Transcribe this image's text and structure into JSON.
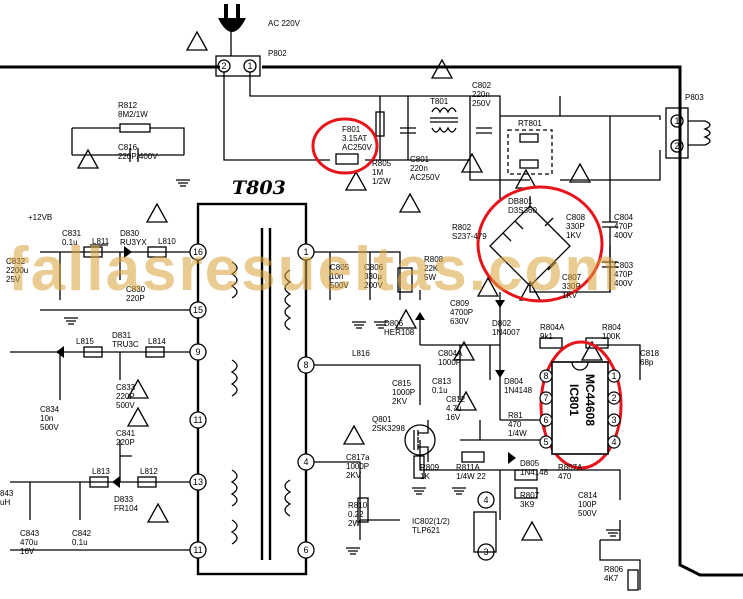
{
  "transformer": {
    "name": "T803",
    "left_pins": [
      "16",
      "15",
      "9",
      "11",
      "13",
      "11"
    ],
    "right_pins": [
      "1",
      "8",
      "4",
      "6"
    ]
  },
  "mains": {
    "ac_label": "AC 220V",
    "plug_label": "P802",
    "plug_pins": [
      "2",
      "1"
    ],
    "degauss_label": "P803",
    "degauss_pins": [
      "1",
      "2"
    ]
  },
  "components": [
    {
      "id": "r812",
      "lines": [
        "R812",
        "8M2/1W"
      ]
    },
    {
      "id": "c816",
      "lines": [
        "C816",
        "220P/400V"
      ]
    },
    {
      "id": "f801",
      "lines": [
        "F801",
        "3.15AT",
        "AC250V"
      ]
    },
    {
      "id": "r805",
      "lines": [
        "R805",
        "1M",
        "1/2W"
      ]
    },
    {
      "id": "c801",
      "lines": [
        "C801",
        "220n",
        "AC250V"
      ]
    },
    {
      "id": "t801",
      "lines": [
        "T801"
      ]
    },
    {
      "id": "c802",
      "lines": [
        "C802",
        "220n",
        "250V"
      ]
    },
    {
      "id": "rt801",
      "lines": [
        "RT801"
      ]
    },
    {
      "id": "db801",
      "lines": [
        "DB801",
        "D3S360"
      ]
    },
    {
      "id": "r802",
      "lines": [
        "R802",
        "S237-479"
      ]
    },
    {
      "id": "c808",
      "lines": [
        "C808",
        "330P",
        "1KV"
      ]
    },
    {
      "id": "c807",
      "lines": [
        "C807",
        "330P",
        "1KV"
      ]
    },
    {
      "id": "c804",
      "lines": [
        "C804",
        "470P",
        "400V"
      ]
    },
    {
      "id": "c803",
      "lines": [
        "C803",
        "470P",
        "400V"
      ]
    },
    {
      "id": "c805",
      "lines": [
        "C805",
        "10n",
        "500V"
      ]
    },
    {
      "id": "c806",
      "lines": [
        "C806",
        "330μ",
        "200V"
      ]
    },
    {
      "id": "r808",
      "lines": [
        "R808",
        "22K",
        "5W"
      ]
    },
    {
      "id": "c809",
      "lines": [
        "C809",
        "4700P",
        "630V"
      ]
    },
    {
      "id": "d806",
      "lines": [
        "D806",
        "HER108"
      ]
    },
    {
      "id": "d802",
      "lines": [
        "D802",
        "1N4007"
      ]
    },
    {
      "id": "r804a",
      "lines": [
        "R804A",
        "9k1"
      ]
    },
    {
      "id": "r804",
      "lines": [
        "R804",
        "100K"
      ]
    },
    {
      "id": "c818",
      "lines": [
        "C818",
        "68p"
      ]
    },
    {
      "id": "v12",
      "lines": [
        "+12VB"
      ]
    },
    {
      "id": "c831",
      "lines": [
        "C831",
        "0.1u"
      ]
    },
    {
      "id": "l811",
      "lines": [
        "L811"
      ]
    },
    {
      "id": "d830",
      "lines": [
        "D830",
        "RU3YX"
      ]
    },
    {
      "id": "l810",
      "lines": [
        "L810"
      ]
    },
    {
      "id": "c830",
      "lines": [
        "C830",
        "220P"
      ]
    },
    {
      "id": "c832",
      "lines": [
        "C832",
        "2200u",
        "25V"
      ]
    },
    {
      "id": "l815",
      "lines": [
        "L815"
      ]
    },
    {
      "id": "d831",
      "lines": [
        "D831",
        "TRU3C"
      ]
    },
    {
      "id": "l814",
      "lines": [
        "L814"
      ]
    },
    {
      "id": "c833",
      "lines": [
        "C833",
        "220P",
        "500V"
      ]
    },
    {
      "id": "c834",
      "lines": [
        "C834",
        "10n",
        "500V"
      ]
    },
    {
      "id": "c841",
      "lines": [
        "C841",
        "220P"
      ]
    },
    {
      "id": "l813",
      "lines": [
        "L813"
      ]
    },
    {
      "id": "l812",
      "lines": [
        "L812"
      ]
    },
    {
      "id": "d833",
      "lines": [
        "D833",
        "FR104"
      ]
    },
    {
      "id": "c842",
      "lines": [
        "C842",
        "0.1u"
      ]
    },
    {
      "id": "c843",
      "lines": [
        "C843",
        "470u",
        "16V"
      ]
    },
    {
      "id": "l843",
      "lines": [
        "843",
        "uH"
      ]
    },
    {
      "id": "l816",
      "lines": [
        "L816"
      ]
    },
    {
      "id": "c815",
      "lines": [
        "C815",
        "1000P",
        "2KV"
      ]
    },
    {
      "id": "c804a",
      "lines": [
        "C804A",
        "1000P"
      ]
    },
    {
      "id": "c813",
      "lines": [
        "C813",
        "0.1u"
      ]
    },
    {
      "id": "c812",
      "lines": [
        "C812",
        "4.7u",
        "16V"
      ]
    },
    {
      "id": "d804",
      "lines": [
        "D804",
        "1N4148"
      ]
    },
    {
      "id": "r81x",
      "lines": [
        "R81",
        "470",
        "1/4W"
      ]
    },
    {
      "id": "q801",
      "lines": [
        "Q801",
        "2SK3298"
      ]
    },
    {
      "id": "c817a",
      "lines": [
        "C817a",
        "1000P",
        "2KV"
      ]
    },
    {
      "id": "r809",
      "lines": [
        "R809",
        "1K"
      ]
    },
    {
      "id": "r811a",
      "lines": [
        "R811A",
        "1/4W  22"
      ]
    },
    {
      "id": "d805",
      "lines": [
        "D805",
        "1N4148"
      ]
    },
    {
      "id": "r807a",
      "lines": [
        "R807A",
        "470"
      ]
    },
    {
      "id": "r807",
      "lines": [
        "R807",
        "3K9"
      ]
    },
    {
      "id": "c814",
      "lines": [
        "C814",
        "100P",
        "500V"
      ]
    },
    {
      "id": "r810",
      "lines": [
        "R810",
        "0.22",
        "2W"
      ]
    },
    {
      "id": "ic802",
      "lines": [
        "IC802(1/2)",
        "TLP621"
      ]
    },
    {
      "id": "r806",
      "lines": [
        "R806",
        "4K7"
      ]
    }
  ],
  "ic": {
    "part": "MC44608",
    "ref": "IC801",
    "left_pins": [
      "8",
      "7",
      "6",
      "5"
    ],
    "right_pins": [
      "1",
      "2",
      "3",
      "4"
    ]
  },
  "optocoupler_pins": [
    "4",
    "3"
  ],
  "watermark": "fallasresueltas.com",
  "highlight_color": "#e8141b",
  "watermark_color": "#d8a338"
}
